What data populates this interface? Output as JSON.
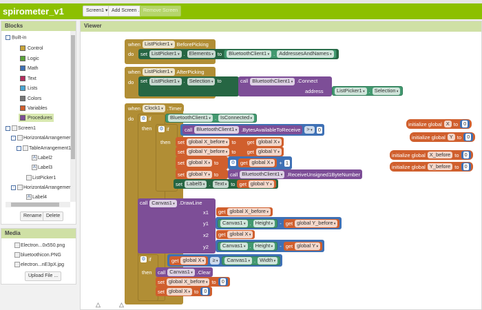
{
  "app": {
    "title": "spirometer_v1",
    "screen": "Screen1",
    "add_screen": "Add Screen ...",
    "remove_screen": "Remove Screen"
  },
  "blocks_panel": {
    "title": "Blocks",
    "builtin": "Built-in",
    "items": [
      {
        "label": "Control",
        "color": "#c8a43a"
      },
      {
        "label": "Logic",
        "color": "#5ba33b"
      },
      {
        "label": "Math",
        "color": "#3f71b5"
      },
      {
        "label": "Text",
        "color": "#b32d5e"
      },
      {
        "label": "Lists",
        "color": "#49a6d4"
      },
      {
        "label": "Colors",
        "color": "#777777"
      },
      {
        "label": "Variables",
        "color": "#d05f2d"
      },
      {
        "label": "Procedures",
        "color": "#7d4e97"
      }
    ],
    "tree": [
      "Screen1",
      "HorizontalArrangemer",
      "TableArrangement1",
      "Label2",
      "Label3",
      "ListPicker1",
      "HorizontalArrangemer",
      "Label4"
    ],
    "rename": "Rename",
    "delete": "Delete"
  },
  "media": {
    "title": "Media",
    "files": [
      "Electron...0x550.png",
      "bluetoothicon.PNG",
      "electron...nE3pX.jpg"
    ],
    "upload": "Upload File ..."
  },
  "viewer": {
    "title": "Viewer"
  },
  "w": {
    "when": "when",
    "do": "do",
    "set": "set",
    "to": "to",
    "call": "call",
    "get": "get",
    "if": "if",
    "then": "then",
    "dot": ".",
    "address": "address",
    "init": "initialize global",
    "plus": "+",
    "minus": "-",
    "gt": ">",
    "ge": "≥",
    "x1": "x1",
    "y1": "y1",
    "x2": "x2",
    "y2": "y2"
  },
  "names": {
    "lp": "ListPicker1",
    "bt": "BluetoothClient1",
    "clock": "Clock1",
    "canvas": "Canvas1",
    "label5": "Label5",
    "gx": "global X",
    "gy": "global Y",
    "gxb": "global X_before",
    "gyb": "global Y_before",
    "X": "X",
    "Y": "Y",
    "Xb": "X_before",
    "Yb": "Y_before"
  },
  "members": {
    "before": "BeforePicking",
    "after": "AfterPicking",
    "elements": "Elements",
    "addrs": "AddressesAndNames",
    "selection": "Selection",
    "connect": ".Connect",
    "timer": ".Timer",
    "isconn": "IsConnected",
    "bytes": ".BytesAvailableToReceive",
    "recv": ".ReceiveUnsigned1ByteNumber",
    "text": "Text",
    "drawline": ".DrawLine",
    "height": "Height",
    "width": "Width",
    "clear": ".Clear"
  },
  "nums": {
    "zero": "0",
    "one": "1"
  }
}
